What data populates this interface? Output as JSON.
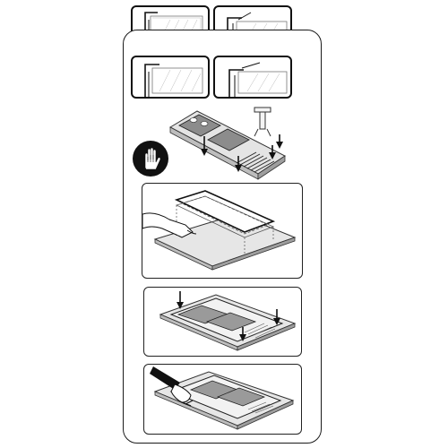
{
  "figure": {
    "thumbnails": [
      {
        "variant": "corner-left"
      },
      {
        "variant": "corner-right"
      },
      {
        "variant": "corner-left"
      },
      {
        "variant": "corner-right"
      }
    ],
    "icons": [
      "hand-icon"
    ],
    "colors": {
      "ink": "#111111",
      "steel": "#c9c9c9",
      "steel_dark": "#8c8c8c",
      "paper": "#ffffff",
      "counter": "#e4e4e4"
    }
  }
}
